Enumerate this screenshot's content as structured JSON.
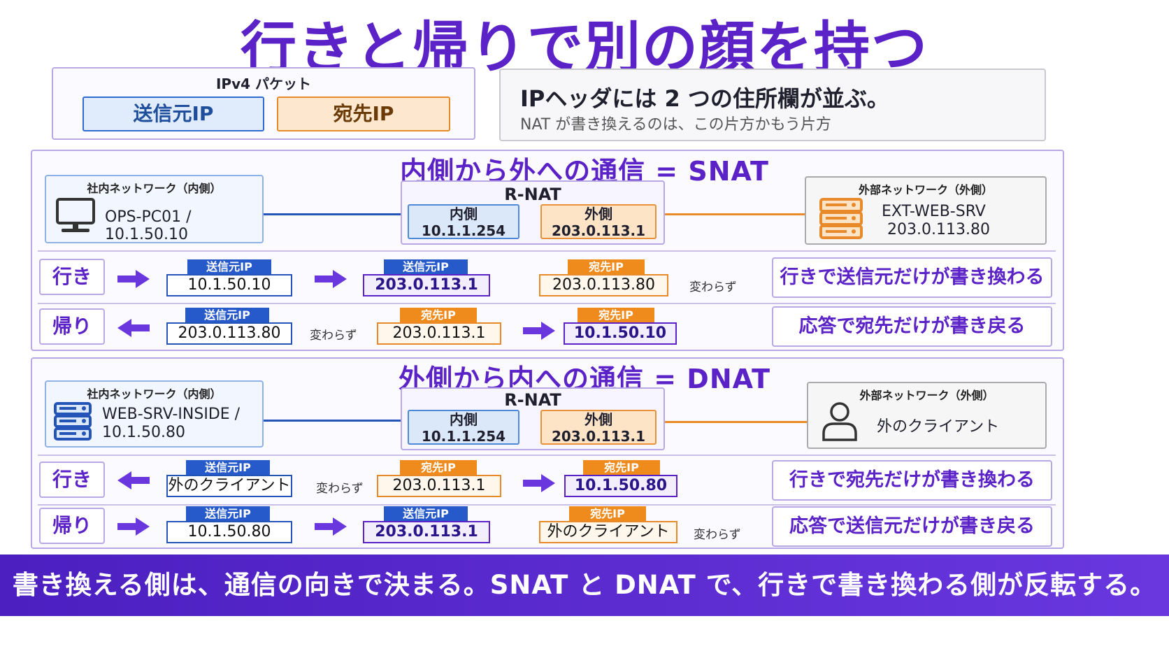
{
  "title": "行きと帰りで別の顔を持つ",
  "packet": {
    "header": "IPv4 パケット",
    "src": "送信元IP",
    "dst": "宛先IP"
  },
  "note": {
    "headline": "IPヘッダには 2 つの住所欄が並ぶ。",
    "sub": "NAT が書き換えるのは、この片方かもう片方"
  },
  "snat": {
    "title": "内側から外への通信 = SNAT",
    "inside": {
      "header": "社内ネットワーク（内側）",
      "name": "OPS-PC01 / 10.1.50.10",
      "icon": "pc-icon"
    },
    "nat": {
      "title": "R-NAT",
      "in_label": "内側",
      "in_ip": "10.1.1.254",
      "out_label": "外側",
      "out_ip": "203.0.113.1"
    },
    "outside": {
      "header": "外部ネットワーク（外側）",
      "name": "EXT-WEB-SRV",
      "ip": "203.0.113.80",
      "icon": "server-icon"
    },
    "go": {
      "label": "行き",
      "src_tag": "送信元IP",
      "src_before": "10.1.50.10",
      "src_tag2": "送信元IP",
      "src_after": "203.0.113.1",
      "dst_tag": "宛先IP",
      "dst": "203.0.113.80",
      "unchanged": "変わらず",
      "result": "行きで送信元だけが書き換わる"
    },
    "back": {
      "label": "帰り",
      "src_tag": "送信元IP",
      "src": "203.0.113.80",
      "unchanged": "変わらず",
      "dst_tag": "宛先IP",
      "dst_before": "203.0.113.1",
      "dst_tag2": "宛先IP",
      "dst_after": "10.1.50.10",
      "result": "応答で宛先だけが書き戻る"
    }
  },
  "dnat": {
    "title": "外側から内への通信 = DNAT",
    "inside": {
      "header": "社内ネットワーク（内側）",
      "name_line1": "WEB-SRV-INSIDE /",
      "name_line2": "10.1.50.80",
      "icon": "server-icon"
    },
    "nat": {
      "title": "R-NAT",
      "in_label": "内側",
      "in_ip": "10.1.1.254",
      "out_label": "外側",
      "out_ip": "203.0.113.1"
    },
    "outside": {
      "header": "外部ネットワーク（外側）",
      "name": "外のクライアント",
      "icon": "user-icon"
    },
    "go": {
      "label": "行き",
      "src_tag": "送信元IP",
      "src": "外のクライアント",
      "unchanged": "変わらず",
      "dst_tag": "宛先IP",
      "dst_before": "203.0.113.1",
      "dst_tag2": "宛先IP",
      "dst_after": "10.1.50.80",
      "result": "行きで宛先だけが書き換わる"
    },
    "back": {
      "label": "帰り",
      "src_tag": "送信元IP",
      "src_before": "10.1.50.80",
      "src_tag2": "送信元IP",
      "src_after": "203.0.113.1",
      "dst_tag": "宛先IP",
      "dst": "外のクライアント",
      "unchanged": "変わらず",
      "result": "応答で送信元だけが書き戻る"
    }
  },
  "footer": "書き換える側は、通信の向きで決まる。SNAT と DNAT で、行きで書き換わる側が反転する。",
  "colors": {
    "accent": "#5b22c7",
    "blue": "#2454b8",
    "orange": "#ec8a2a"
  }
}
